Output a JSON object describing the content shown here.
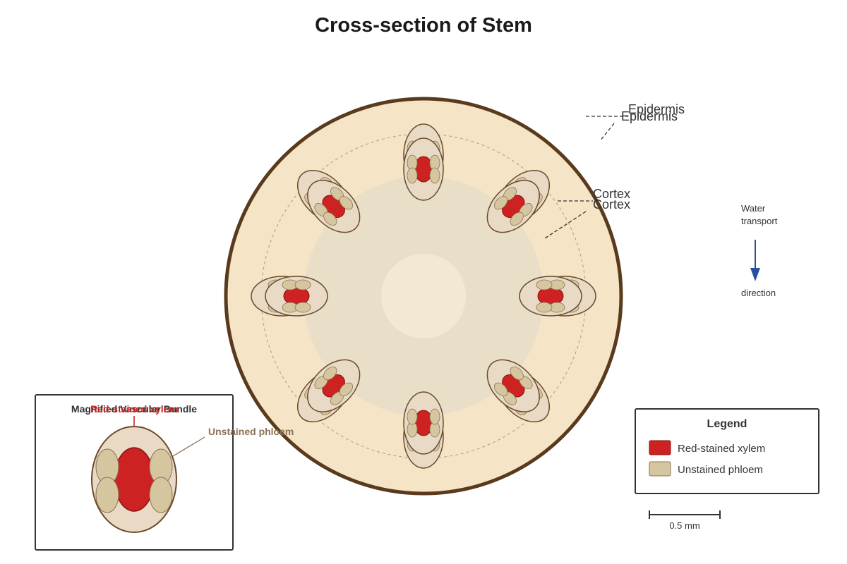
{
  "title": "Cross-section of Stem",
  "labels": {
    "epidermis": "Epidermis",
    "cortex": "Cortex"
  },
  "water": {
    "line1": "Water",
    "line2": "transport",
    "line3": "direction"
  },
  "inset": {
    "title": "Magnified Vascular Bundle",
    "xylem_label": "Red-stained xylem",
    "phloem_label": "Unstained phloem"
  },
  "legend": {
    "title": "Legend",
    "items": [
      {
        "label": "Red-stained xylem",
        "color": "#cc2222"
      },
      {
        "label": "Unstained phloem",
        "color": "#d6c6a0"
      }
    ]
  },
  "scale_bar": {
    "label": "0.5 mm"
  },
  "colors": {
    "stem_fill": "#f5e4c6",
    "stem_border": "#5a3a1c",
    "pith": "#e9dec8",
    "xylem": "#cc2222",
    "phloem": "#d6c6a0",
    "arrow": "#2a4f9e"
  }
}
